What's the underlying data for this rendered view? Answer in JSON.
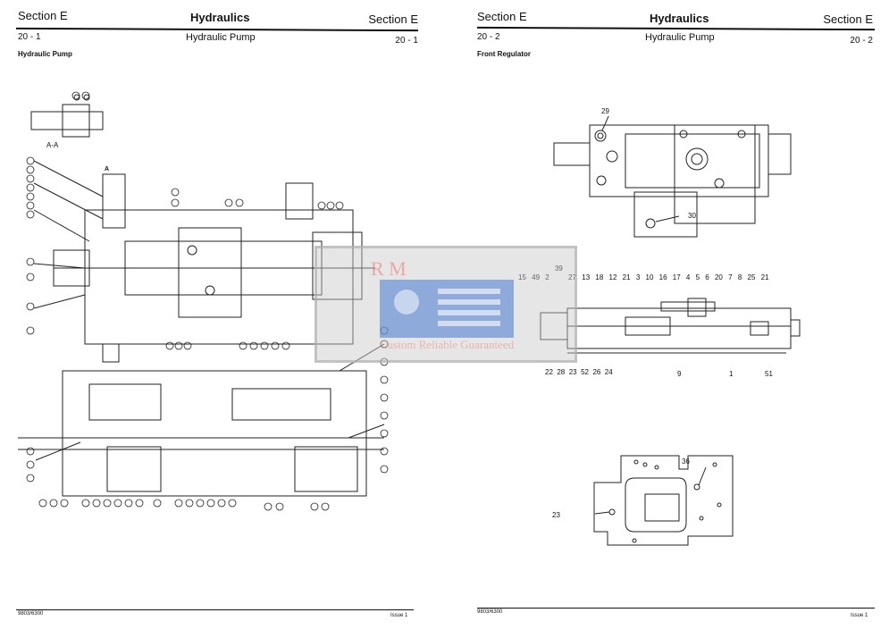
{
  "left_page": {
    "section_left": "Section E",
    "title": "Hydraulics",
    "section_right": "Section E",
    "page_left": "20 - 1",
    "subtitle": "Hydraulic Pump",
    "page_right": "20 - 1",
    "caption": "Hydraulic Pump",
    "view_label": "A-A",
    "section_marker": "A",
    "footer_left": "9803/6300",
    "footer_right": "Issue 1"
  },
  "right_page": {
    "section_left": "Section E",
    "title": "Hydraulics",
    "section_right": "Section E",
    "page_left": "20 - 2",
    "subtitle": "Hydraulic Pump",
    "page_right": "20 - 2",
    "caption": "Front Regulator",
    "top_callouts": [
      "29",
      "30"
    ],
    "regulator_top_callouts": [
      "15",
      "49",
      "2",
      "39",
      "27",
      "13",
      "18",
      "12",
      "21",
      "3",
      "10",
      "16",
      "17",
      "4",
      "5",
      "6",
      "20",
      "7",
      "8",
      "25",
      "21"
    ],
    "regulator_bottom_callouts": [
      "22",
      "28",
      "23",
      "52",
      "26",
      "24",
      "9",
      "1",
      "51"
    ],
    "plate_callouts": [
      "36",
      "23"
    ],
    "footer_left": "9803/6300",
    "footer_right": "Issue 1"
  },
  "watermark": {
    "logo_text": "RM",
    "tagline": "Custom Reliable Guaranteed"
  }
}
